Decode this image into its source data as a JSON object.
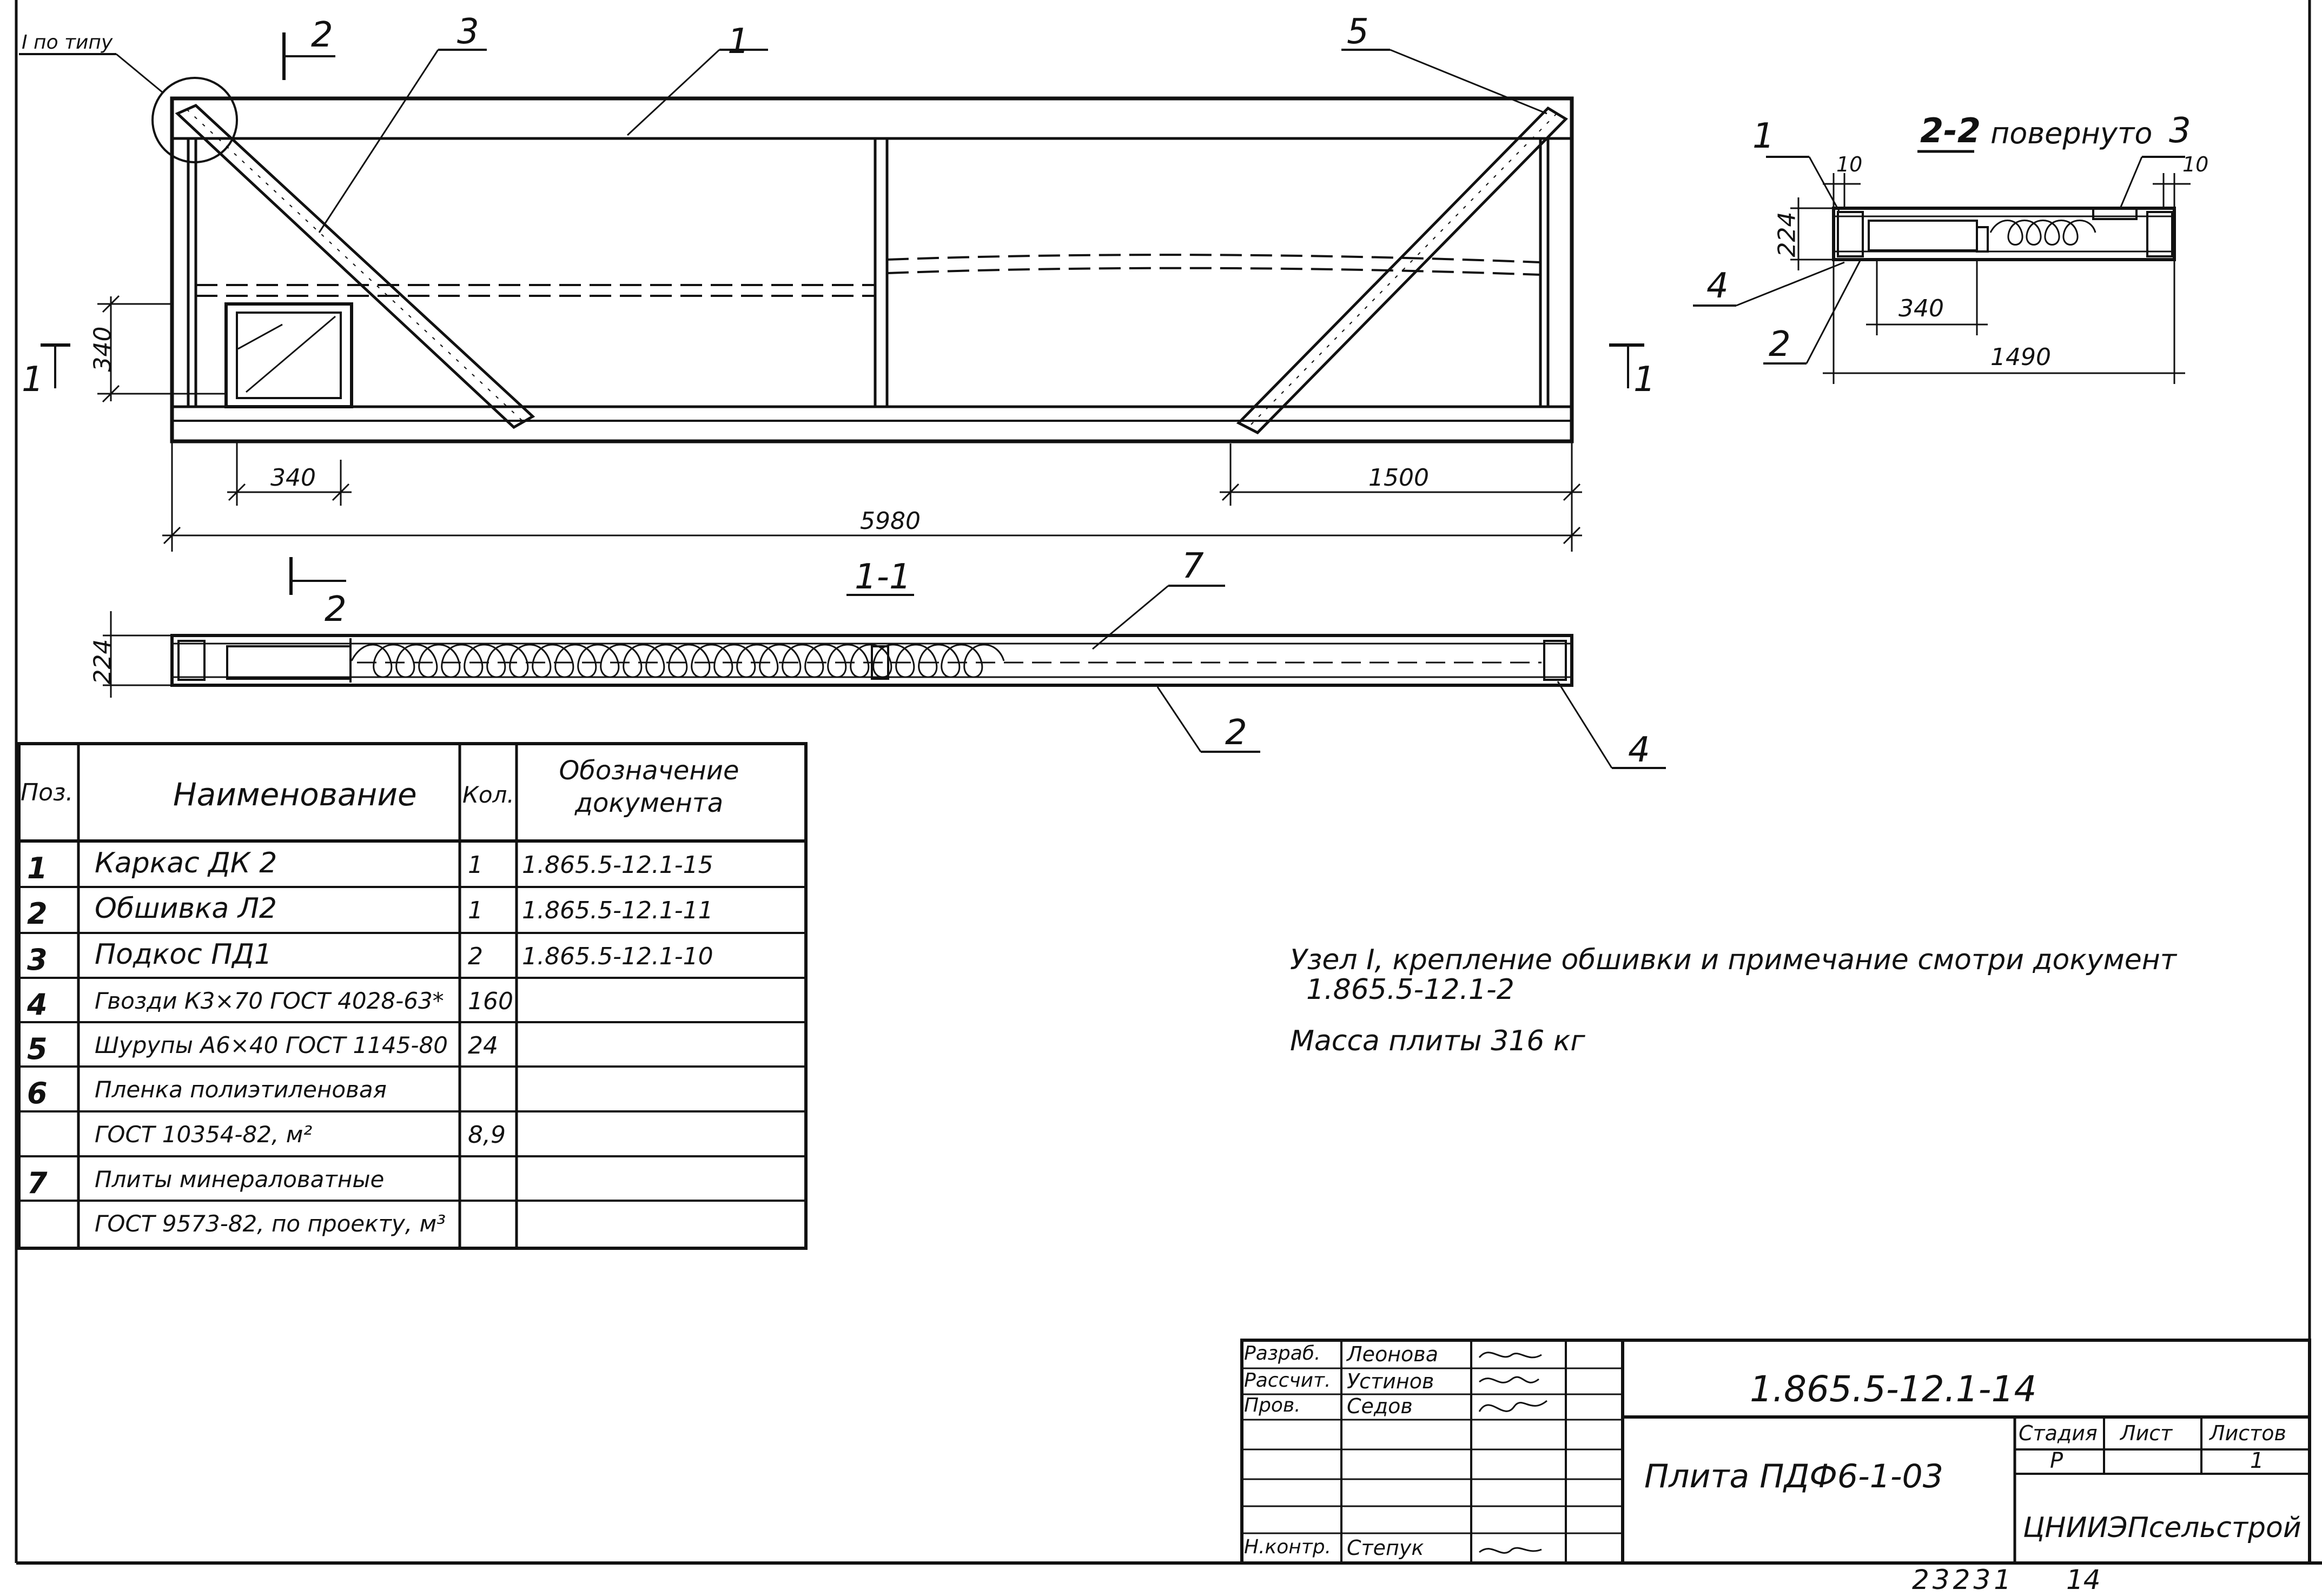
{
  "sheet": {
    "node_label": "I по типу",
    "section_1_1_title": "1-1",
    "section_2_2_title": "2-2",
    "section_2_2_note": "повернуто",
    "cut_markers": {
      "left": "1",
      "right": "1",
      "top": "2",
      "bottom": "2"
    },
    "dimensions": {
      "overall_length": "5980",
      "left_window": "340",
      "right_span": "1500",
      "window_height": "340",
      "section_height": "224",
      "s22_height": "224",
      "s22_offset_left": "10",
      "s22_offset_right": "10",
      "s22_window": "340",
      "s22_width": "1490"
    },
    "leaders": {
      "plan_1": "1",
      "plan_3": "3",
      "plan_5": "5",
      "s22_1": "1",
      "s22_2": "2",
      "s22_3": "3",
      "s22_4": "4",
      "s11_7": "7",
      "s11_2": "2",
      "s11_4": "4"
    }
  },
  "spec_table": {
    "headers": {
      "pos": "Поз.",
      "name": "Наименование",
      "qty": "Кол.",
      "doc": "Обозначение документа"
    },
    "rows": [
      {
        "pos": "1",
        "name": "Каркас ДК 2",
        "qty": "1",
        "doc": "1.865.5-12.1-15"
      },
      {
        "pos": "2",
        "name": "Обшивка Л2",
        "qty": "1",
        "doc": "1.865.5-12.1-11"
      },
      {
        "pos": "3",
        "name": "Подкос ПД1",
        "qty": "2",
        "doc": "1.865.5-12.1-10"
      },
      {
        "pos": "4",
        "name": "Гвозди К3×70 ГОСТ 4028-63*",
        "qty": "160",
        "doc": ""
      },
      {
        "pos": "5",
        "name": "Шурупы А6×40 ГОСТ 1145-80",
        "qty": "24",
        "doc": ""
      },
      {
        "pos": "6",
        "name": "Пленка полиэтиленовая",
        "qty": "",
        "doc": ""
      },
      {
        "pos": "",
        "name": "ГОСТ 10354-82, м²",
        "qty": "8,9",
        "doc": ""
      },
      {
        "pos": "7",
        "name": "Плиты минераловатные",
        "qty": "",
        "doc": ""
      },
      {
        "pos": "",
        "name": "ГОСТ 9573-82, по проекту, м³",
        "qty": "",
        "doc": ""
      }
    ]
  },
  "notes": {
    "line1": "Узел I, крепление обшивки и примечание смотри документ",
    "line2": "1.865.5-12.1-2",
    "mass": "Масса плиты 316 кг"
  },
  "title_block": {
    "designation": "1.865.5-12.1-14",
    "product_name": "Плита ПДФ6-1-03",
    "organization": "ЦНИИЭПсельстрой",
    "stage_header": "Стадия",
    "sheet_header": "Лист",
    "sheets_header": "Листов",
    "stage": "Р",
    "sheet": "",
    "sheets": "1",
    "roles": [
      {
        "role": "Разраб.",
        "name": "Леонова"
      },
      {
        "role": "Рассчит.",
        "name": "Устинов"
      },
      {
        "role": "Пров.",
        "name": "Седов"
      },
      {
        "role": "",
        "name": ""
      },
      {
        "role": "",
        "name": ""
      },
      {
        "role": "",
        "name": ""
      },
      {
        "role": "Н.контр.",
        "name": "Степук"
      }
    ],
    "footer_number": "23231",
    "footer_page": "14"
  }
}
